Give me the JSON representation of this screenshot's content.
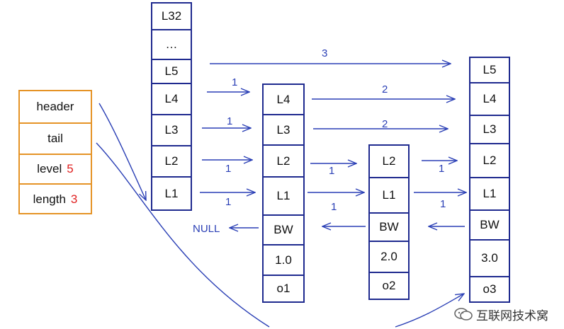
{
  "header_node": {
    "fields": [
      "header",
      "tail",
      "level",
      "length"
    ],
    "level_value": "5",
    "length_value": "3"
  },
  "header_levels": [
    "L32",
    "…",
    "L5",
    "L4",
    "L3",
    "L2",
    "L1"
  ],
  "node1": [
    "L4",
    "L3",
    "L2",
    "L1",
    "BW",
    "1.0",
    "o1"
  ],
  "node2": [
    "L2",
    "L1",
    "BW",
    "2.0",
    "o2"
  ],
  "node3": [
    "L5",
    "L4",
    "L3",
    "L2",
    "L1",
    "BW",
    "3.0",
    "o3"
  ],
  "spans": {
    "l5": "3",
    "l4_in": "1",
    "l4_out": "2",
    "l3_in": "1",
    "l3_out": "2",
    "l2_in": "1",
    "l2_mid": "1",
    "l2_out": "1",
    "l1_in": "1",
    "l1_mid": "1",
    "l1_out": "1"
  },
  "null_label": "NULL",
  "watermark": "互联网技术窝",
  "colors": {
    "line": "#1f2a8f",
    "arrow": "#2a3fb5",
    "struct": "#e59326",
    "accent": "#e02020"
  }
}
